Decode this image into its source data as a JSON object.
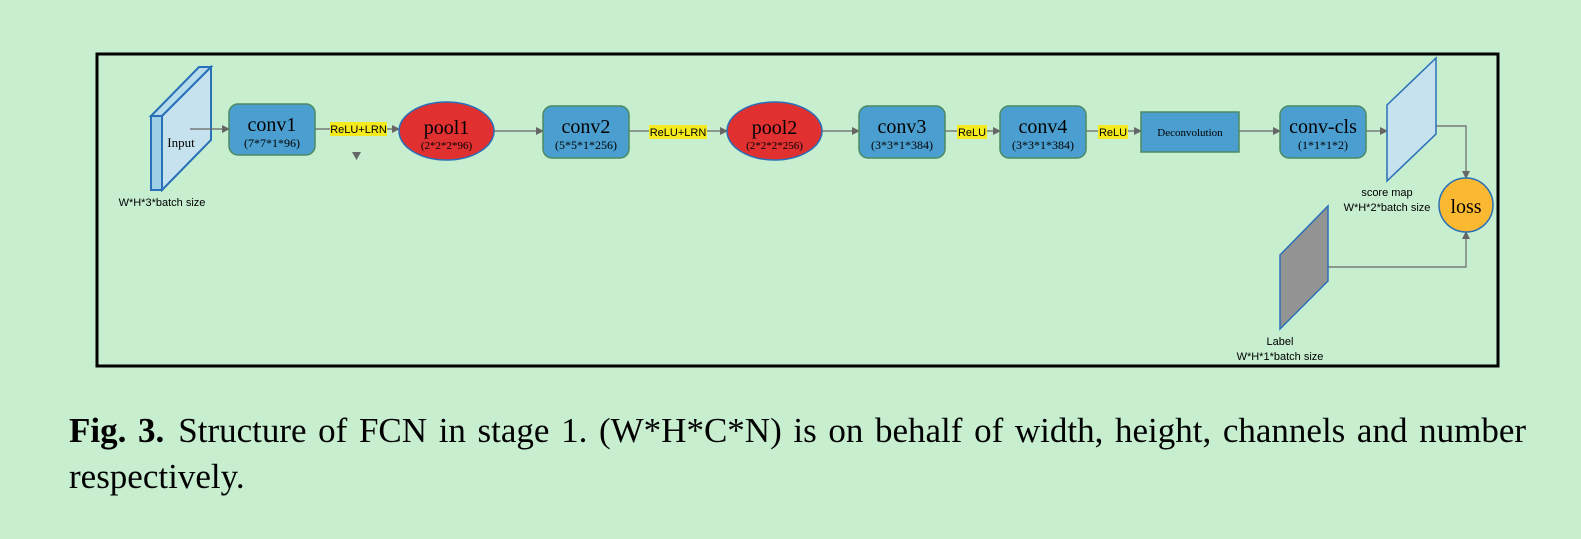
{
  "diagram": {
    "input": {
      "label": "Input",
      "size": "W*H*3*batch size"
    },
    "conv1": {
      "name": "conv1",
      "params": "(7*7*1*96)"
    },
    "act1": "ReLU+LRN",
    "pool1": {
      "name": "pool1",
      "params": "(2*2*2*96)"
    },
    "conv2": {
      "name": "conv2",
      "params": "(5*5*1*256)"
    },
    "act2": "ReLU+LRN",
    "pool2": {
      "name": "pool2",
      "params": "(2*2*2*256)"
    },
    "conv3": {
      "name": "conv3",
      "params": "(3*3*1*384)"
    },
    "act3": "ReLU",
    "conv4": {
      "name": "conv4",
      "params": "(3*3*1*384)"
    },
    "act4": "ReLU",
    "deconv": "Deconvolution",
    "convcls": {
      "name": "conv-cls",
      "params": "(1*1*1*2)"
    },
    "scoremap": {
      "label": "score map",
      "size": "W*H*2*batch size"
    },
    "label": {
      "label": "Label",
      "size": "W*H*1*batch size"
    },
    "loss": "loss"
  },
  "caption": {
    "fig": "Fig. 3.",
    "text": "Structure of FCN in stage 1. (W*H*C*N) is on behalf of width, height, channels and number respectively."
  },
  "colors": {
    "background": "#c6eecf",
    "conv_box": "#4a9fd0",
    "pool_ellipse": "#e03030",
    "activation_highlight": "#f5ea1e",
    "loss_circle": "#fbb931",
    "input_plane": "#c6e2ee",
    "label_plane": "#939393"
  }
}
